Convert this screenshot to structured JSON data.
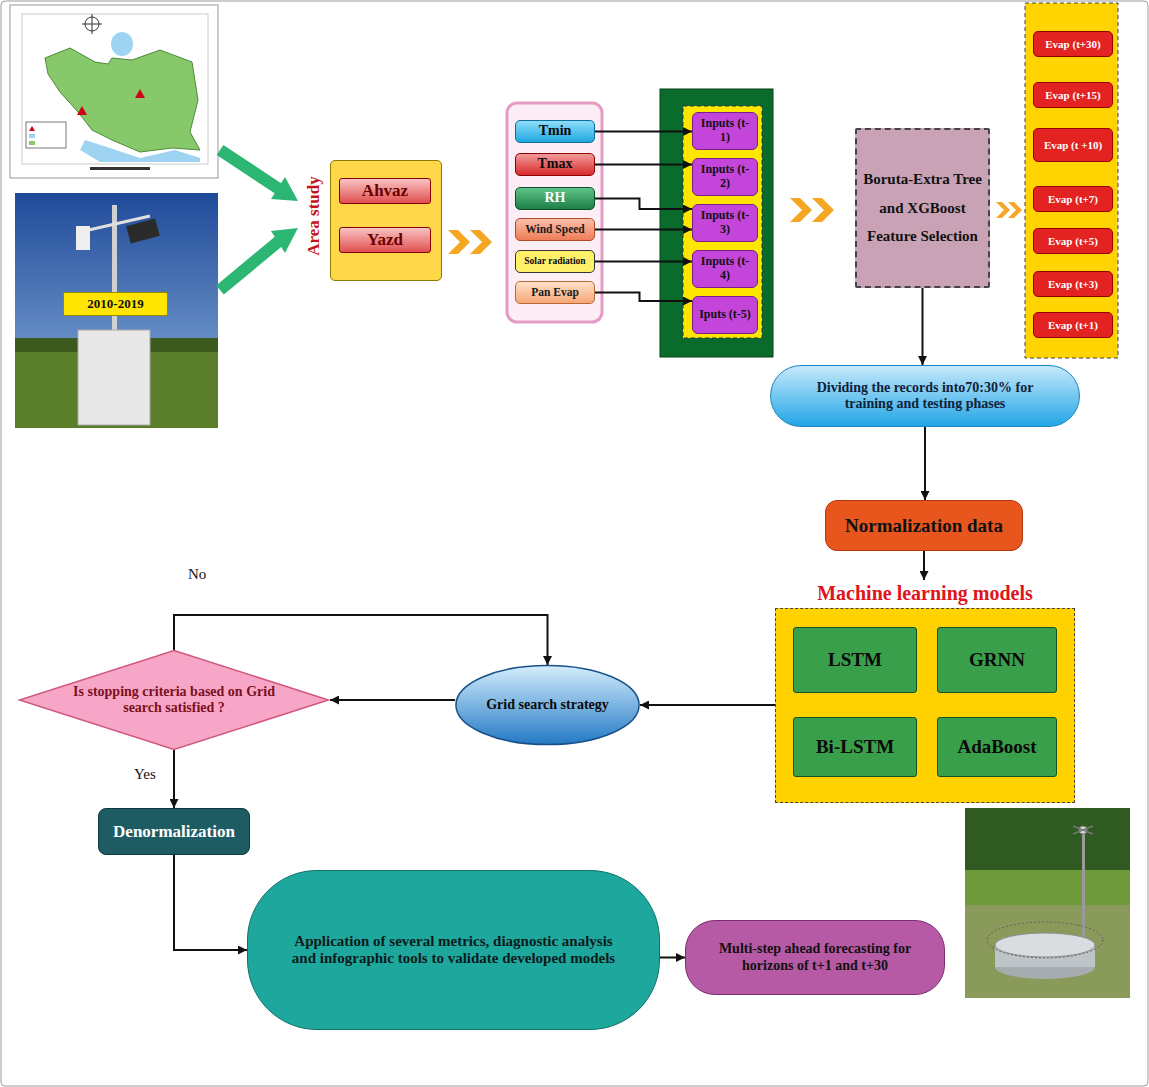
{
  "diagram": {
    "nodes": [
      {
        "text": [
          "2010-2019"
        ]
      },
      {
        "text": [
          "Area study"
        ]
      },
      {
        "text": [
          "Ahvaz"
        ],
        "in": 1
      },
      {
        "text": [
          "Yazd"
        ],
        "in": 1
      },
      {
        "text": [
          "Tmin"
        ]
      },
      {
        "text": [
          "Tmax"
        ]
      },
      {
        "text": [
          "RH"
        ]
      },
      {
        "text": [
          "Wind Speed"
        ]
      },
      {
        "text": [
          "Solar radiation"
        ]
      },
      {
        "text": [
          "Pan Evap"
        ]
      },
      {
        "text": [
          "Inputs (t-1)"
        ]
      },
      {
        "text": [
          "Inputs (t-2)"
        ]
      },
      {
        "text": [
          "Inputs (t-3)"
        ]
      },
      {
        "text": [
          "Inputs (t-4)"
        ]
      },
      {
        "text": [
          "Iputs (t-5)"
        ]
      },
      {
        "text": [
          "Boruta-Extra Tree and XGBoost Feature Selection"
        ]
      },
      {
        "text": [
          "Evap (t+30)"
        ]
      },
      {
        "text": [
          "Evap (t+15)"
        ]
      },
      {
        "text": [
          "Evap (t +10)"
        ]
      },
      {
        "text": [
          "Evap (t+7)"
        ]
      },
      {
        "text": [
          "Evap (t+5)"
        ]
      },
      {
        "text": [
          "Evap (t+3)"
        ]
      },
      {
        "text": [
          "Evap (t+1)"
        ]
      },
      {
        "text": [
          "Dividing the records into70:30% for training and testing phases"
        ]
      },
      {
        "text": [
          "Normalization data"
        ]
      },
      {
        "text": [
          "Machine learning models"
        ]
      },
      {
        "text": [
          "LSTM"
        ],
        "in": 25
      },
      {
        "text": [
          "GRNN"
        ],
        "in": 25
      },
      {
        "text": [
          "Bi-LSTM"
        ],
        "in": 25
      },
      {
        "text": [
          "AdaBoost"
        ],
        "in": 25
      },
      {
        "text": [
          "Grid search strategy"
        ]
      },
      {
        "text": [
          "Is stopping criteria based on Grid search satisfied ?"
        ]
      },
      {
        "text": [
          "Denormalization"
        ]
      },
      {
        "text": [
          "Application of several metrics, diagnostic analysis and infographic tools to validate developed models"
        ]
      },
      {
        "text": [
          "Multi-step ahead forecasting for horizons of t+1 and t+30"
        ]
      }
    ],
    "edges": [
      {
        "from": 4,
        "to": 10,
        "arrow": "to"
      },
      {
        "from": 5,
        "to": 11,
        "arrow": "to"
      },
      {
        "from": 6,
        "to": 12,
        "arrow": "to"
      },
      {
        "from": 7,
        "to": 12,
        "arrow": "to"
      },
      {
        "from": 8,
        "to": 13,
        "arrow": "to"
      },
      {
        "from": 9,
        "to": 14,
        "arrow": "to"
      },
      {
        "from": 15,
        "to": 23,
        "arrow": "to"
      },
      {
        "from": 23,
        "to": 24,
        "arrow": "to"
      },
      {
        "from": 24,
        "to": 25,
        "arrow": "to"
      },
      {
        "from": 25,
        "to": 30,
        "arrow": "to"
      },
      {
        "from": 30,
        "to": 31,
        "arrow": "to"
      },
      {
        "from": 31,
        "to": 30,
        "label": "No",
        "arrow": "to"
      },
      {
        "from": 31,
        "to": 32,
        "label": "Yes",
        "arrow": "to"
      },
      {
        "from": 32,
        "to": 33,
        "arrow": "to"
      },
      {
        "from": 33,
        "to": 34,
        "arrow": "to"
      }
    ]
  }
}
